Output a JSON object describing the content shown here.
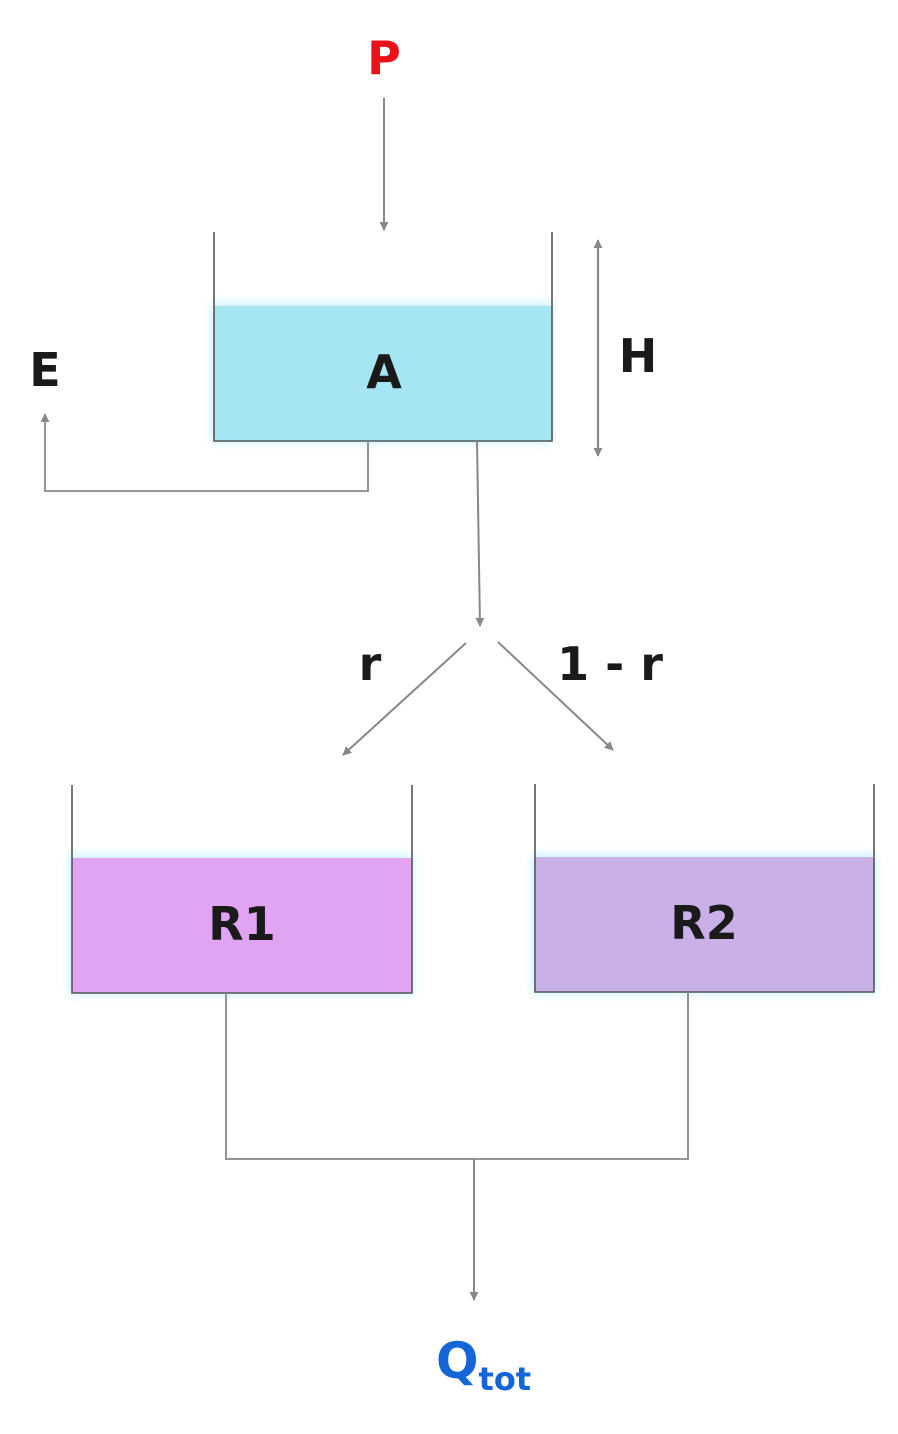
{
  "labels": {
    "precip": "P",
    "evap": "E",
    "height": "H",
    "split_r": "r",
    "split_1r": "1 - r",
    "store_a": "A",
    "store_r1": "R1",
    "store_r2": "R2",
    "out_main": "Q",
    "out_sub": "tot"
  },
  "colors": {
    "store_a": "#a6e6f2",
    "store_r1": "#e0a4f2",
    "store_r2": "#c9b0e6",
    "glow": "#bfeeff",
    "lines": "#888888",
    "text": "#1a1a1a",
    "precip": "#e8121b",
    "out": "#1466d8"
  }
}
